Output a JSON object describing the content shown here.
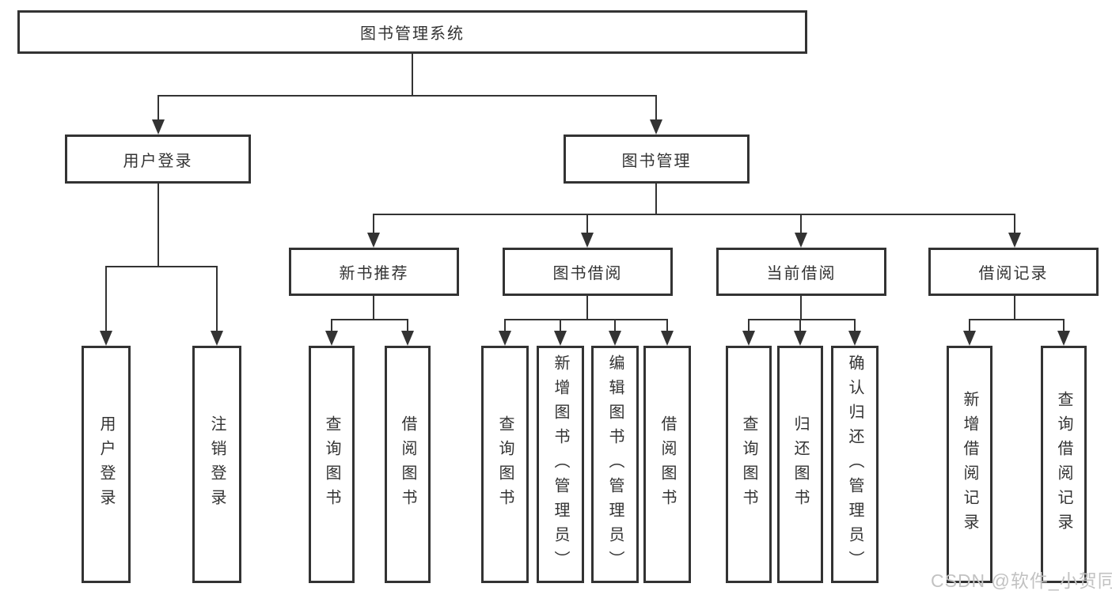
{
  "diagram_title": "图书管理系统",
  "watermark": "CSDN @软件_小贺同学",
  "colors": {
    "line": "#333333",
    "text": "#333333",
    "background": "#ffffff",
    "watermark": "#c2c2c2"
  },
  "nodes": {
    "root": "图书管理系统",
    "user_login": "用户登录",
    "book_mgmt": "图书管理",
    "new_book_rec": "新书推荐",
    "book_borrow": "图书借阅",
    "current_borrow": "当前借阅",
    "borrow_records": "借阅记录",
    "leaf_user_login": "用户登录",
    "leaf_logout": "注销登录",
    "leaf_query_books_a": "查询图书",
    "leaf_borrow_books_a": "借阅图书",
    "leaf_query_books_b": "查询图书",
    "leaf_add_books_admin": "新增图书（管理员）",
    "leaf_edit_books_admin": "编辑图书（管理员）",
    "leaf_borrow_books_b": "借阅图书",
    "leaf_query_books_c": "查询图书",
    "leaf_return_books": "归还图书",
    "leaf_confirm_return_admin": "确认归还（管理员）",
    "leaf_add_borrow_record": "新增借阅记录",
    "leaf_query_borrow_record": "查询借阅记录"
  },
  "hierarchy": {
    "图书管理系统": [
      "用户登录",
      "图书管理"
    ],
    "用户登录": [
      "用户登录",
      "注销登录"
    ],
    "图书管理": [
      "新书推荐",
      "图书借阅",
      "当前借阅",
      "借阅记录"
    ],
    "新书推荐": [
      "查询图书",
      "借阅图书"
    ],
    "图书借阅": [
      "查询图书",
      "新增图书（管理员）",
      "编辑图书（管理员）",
      "借阅图书"
    ],
    "当前借阅": [
      "查询图书",
      "归还图书",
      "确认归还（管理员）"
    ],
    "借阅记录": [
      "新增借阅记录",
      "查询借阅记录"
    ]
  }
}
